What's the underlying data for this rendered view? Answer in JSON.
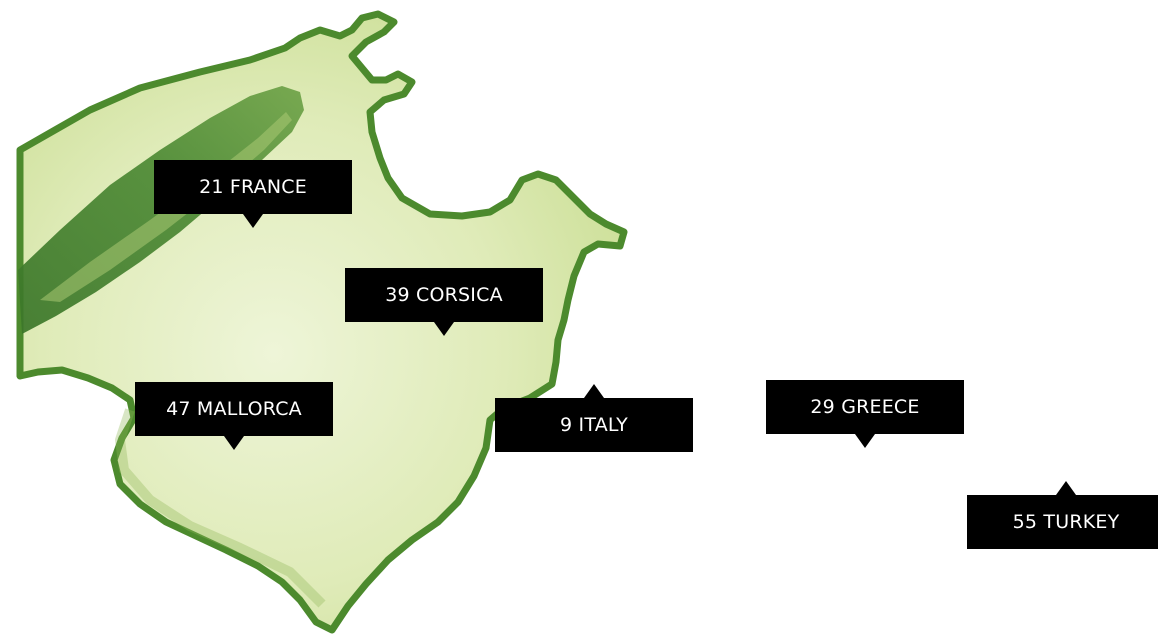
{
  "map": {
    "region": "island",
    "land_colors": {
      "fill_light": "#e3eec2",
      "fill_mid": "#c9dd92",
      "fill_dark": "#3f7a2a",
      "outline": "#4c8a2d"
    },
    "markers": [
      {
        "id": "france",
        "label": "21 FRANCE"
      },
      {
        "id": "corsica",
        "label": "39 CORSICA"
      },
      {
        "id": "mallorca",
        "label": "47 MALLORCA"
      },
      {
        "id": "italy",
        "label": "9 ITALY"
      },
      {
        "id": "greece",
        "label": "29 GREECE"
      },
      {
        "id": "turkey",
        "label": "55 TURKEY"
      }
    ]
  }
}
